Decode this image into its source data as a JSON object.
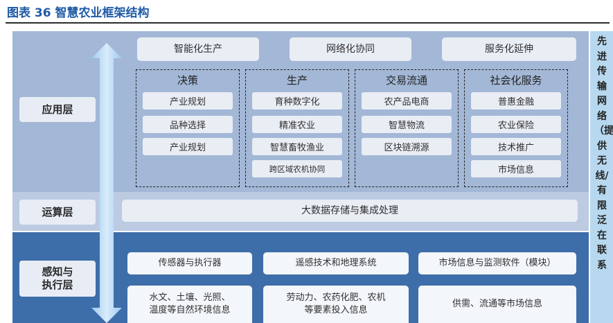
{
  "figure_title": "图表 36 智慧农业框架结构",
  "layers": {
    "application": "应用层",
    "computing": "运算层",
    "sensing": "感知与\n执行层"
  },
  "top_row": [
    "智能化生产",
    "网络化协同",
    "服务化延伸"
  ],
  "groups": [
    {
      "title": "决策",
      "items": [
        "产业规划",
        "品种选择",
        "产业规划"
      ]
    },
    {
      "title": "生产",
      "items": [
        "育种数字化",
        "精准农业",
        "智慧畜牧渔业",
        "跨区域农机协同"
      ]
    },
    {
      "title": "交易流通",
      "items": [
        "农产品电商",
        "智慧物流",
        "区块链溯源"
      ]
    },
    {
      "title": "社会化服务",
      "items": [
        "普惠金融",
        "农业保险",
        "技术推广",
        "市场信息"
      ]
    }
  ],
  "compute_box": "大数据存储与集成处理",
  "sense_row1": [
    "传感器与执行器",
    "遥感技术和地理系统",
    "市场信息与监测软件（模块）"
  ],
  "sense_row2": [
    "水文、土壤、光照、\n温度等自然环境信息",
    "劳动力、农药化肥、农机\n等要素投入信息",
    "供需、流通等市场信息"
  ],
  "side_note": "先进传输网络（提供无线/有限泛在联系"
}
